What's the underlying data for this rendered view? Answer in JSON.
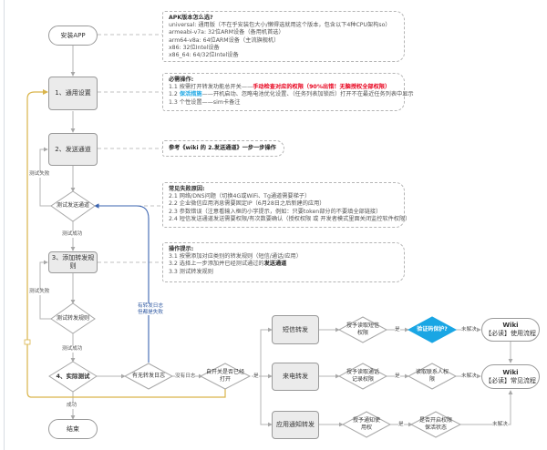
{
  "flow": {
    "start": "安装APP",
    "step1": "1、通用设置",
    "step2": "2、发送通道",
    "decision_test_channel": "测试发送通道",
    "step3": "3、添加转发规则",
    "decision_test_rule": "测试转发规则",
    "step4": "4、实际测试",
    "decision_has_log": "有无转发日志",
    "decision_app_opened": "自开关是否已经打开",
    "end": "结束",
    "branch_sms": "短信转发",
    "branch_call": "来电转发",
    "branch_app": "应用通知转发",
    "decision_sms_perm": "授予读取短信权限",
    "decision_call_perm": "授予读取通话记录权限",
    "decision_notify_perm": "授予通知使用权",
    "decision_captcha": "验证码保护?",
    "decision_contacts": "读取联系人权限",
    "decision_keepalive": "是否开启权限保活状态",
    "wiki_usage": {
      "line1": "Wiki",
      "line2": "【必读】使用流程"
    },
    "wiki_faq": {
      "line1": "Wiki",
      "line2": "【必读】常见流程"
    }
  },
  "edge_labels": {
    "test_fail_1": "测试失败",
    "test_success_1": "测试成功",
    "test_fail_2": "测试失败",
    "test_success_2": "测试成功",
    "has_log_fail": "有转发日志但都是失败",
    "no_log": "没有日志",
    "yes_1": "是",
    "yes_2": "是",
    "yes_3": "是",
    "yes_branch": "是",
    "unsolved_1": "未解决",
    "unsolved_2": "未解决",
    "unsolved_3": "未解决",
    "success": "成功"
  },
  "notes": {
    "apk": {
      "title": "APK版本怎么选?",
      "lines": [
        "universal: 通用版（不在乎安装包大小/懒得选就用这个版本，包含以下4种CPU架构so）",
        "armeabi-v7a: 32位ARM设备（备用机首选）",
        "arm64-v8a: 64位ARM设备（主流旗舰机）",
        "x86: 32位Intel设备",
        "x86_64: 64/32位Intel设备"
      ]
    },
    "required": {
      "title": "必需操作:",
      "line1_prefix": "1.1 按需打开转发功能总开关——",
      "line1_red": "手动检查对应的权限（90%出错！无脑授权全部权限）",
      "line2_prefix": "1.2 ",
      "line2_cyan": "保活措施",
      "line2_rest": "——开机启动、忽略电池优化设置、（任务列表加锁后）打开不在最近任务列表中显示",
      "line3": "1.3 个性设置——sim卡备注"
    },
    "channel_ref": "参考《wiki 的 2.发送通道》一步一步操作",
    "failures": {
      "title": "常见失败原因:",
      "lines": [
        "2.1 网络/DNS问题（切换4G或WiFi、Tg通道需要梯子）",
        "2.2 企业微信应用消息需要固定IP（6月28日之后新建的应用）",
        "2.3 参数错误（注意看输入框的小字提示，例如：只要token部分的不要填全部链接）",
        "2.4 短信发送通道发送需要权限/有次数要确认（授权权限 或 开发者模式里面关闭监控软件权限）"
      ]
    },
    "tips": {
      "title": "操作提示:",
      "line1": "3.1 按需添加对应类别的转发规则（短信/通话/应用）",
      "line2_prefix": "3.2 选择上一步添加并已经测试通过的",
      "line2_bold": "发送通道",
      "line3": "3.3 测试转发规则"
    }
  },
  "colors": {
    "loop_line": "#d9b44a",
    "feedback_line": "#3b64b0",
    "captcha_fill": "#1aa6e4",
    "warning_text": "#e8001c"
  }
}
